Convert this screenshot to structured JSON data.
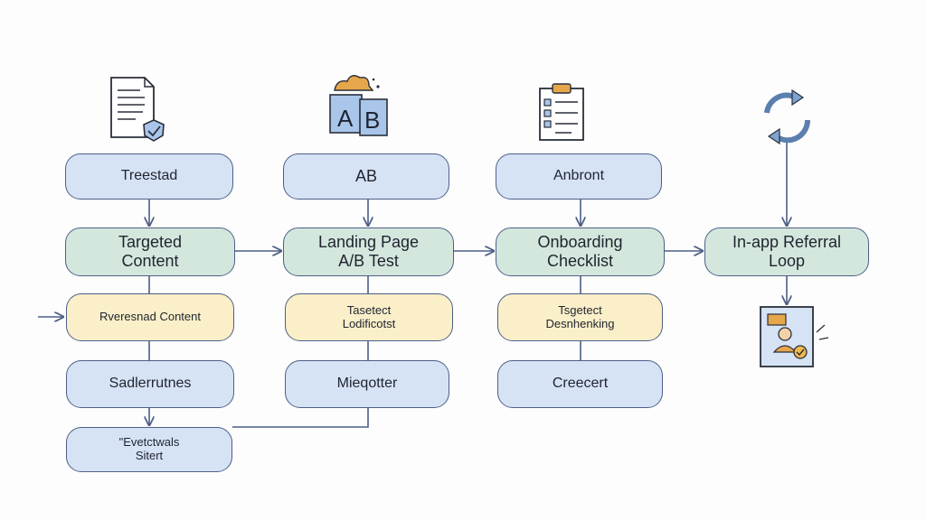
{
  "columns": [
    {
      "icon": "document-check-icon",
      "nodes": [
        {
          "role": "top",
          "lines": [
            "Treestad"
          ]
        },
        {
          "role": "main",
          "lines": [
            "Targeted",
            "Content"
          ]
        },
        {
          "role": "detail",
          "lines": [
            "Rveresnad Content"
          ]
        },
        {
          "role": "result",
          "lines": [
            "Sadlerrutnes"
          ]
        }
      ]
    },
    {
      "icon": "ab-test-icon",
      "nodes": [
        {
          "role": "top",
          "lines": [
            "AB"
          ]
        },
        {
          "role": "main",
          "lines": [
            "Landing Page",
            "A/B Test"
          ]
        },
        {
          "role": "detail",
          "lines": [
            "Tasetect",
            "Lodificotst"
          ]
        },
        {
          "role": "result",
          "lines": [
            "Mieqotter"
          ]
        }
      ]
    },
    {
      "icon": "clipboard-checklist-icon",
      "nodes": [
        {
          "role": "top",
          "lines": [
            "Anbront"
          ]
        },
        {
          "role": "main",
          "lines": [
            "Onboarding",
            "Checklist"
          ]
        },
        {
          "role": "detail",
          "lines": [
            "Tsgetect",
            "Desnhenking"
          ]
        },
        {
          "role": "result",
          "lines": [
            "Creecert"
          ]
        }
      ]
    },
    {
      "icon": "refresh-cycle-icon",
      "nodes": [
        {
          "role": "main",
          "lines": [
            "In-app Referral",
            "Loop"
          ]
        }
      ],
      "bottom_icon": "referral-badge-icon"
    }
  ],
  "final_node": {
    "lines": [
      "\"Evetctwals",
      "Sitert"
    ]
  },
  "colors": {
    "stroke": "#4d5f86",
    "blue_fill": "#d6e3f5",
    "green_fill": "#d4e7dd",
    "yellow_fill": "#fbefc9"
  }
}
